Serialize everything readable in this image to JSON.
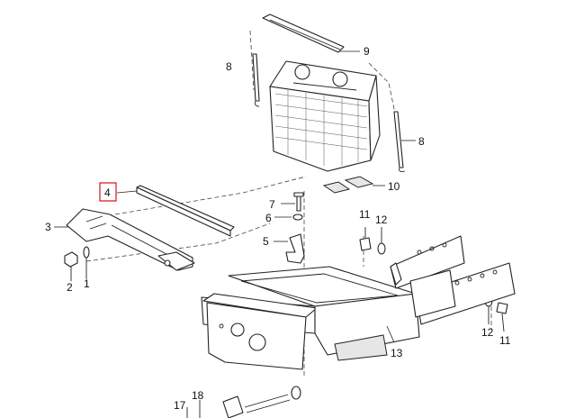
{
  "highlight_color": "#dd2222",
  "callouts": {
    "c1": "1",
    "c2": "2",
    "c3": "3",
    "c4": "4",
    "c5": "5",
    "c6": "6",
    "c7": "7",
    "c8a": "8",
    "c8b": "8",
    "c9": "9",
    "c10": "10",
    "c11a": "11",
    "c11b": "11",
    "c12a": "12",
    "c12b": "12",
    "c13": "13",
    "c17": "17",
    "c18": "18"
  }
}
